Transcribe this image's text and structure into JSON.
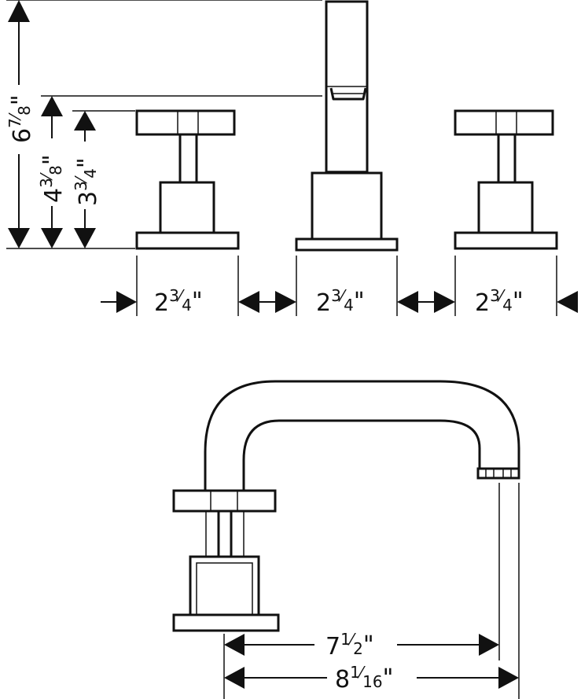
{
  "top_view": {
    "height_total": {
      "whole": "6",
      "num": "7",
      "den": "8",
      "unit": "\""
    },
    "height_handle_top": {
      "whole": "4",
      "num": "3",
      "den": "8",
      "unit": "\""
    },
    "height_handle_hub": {
      "whole": "3",
      "num": "3",
      "den": "4",
      "unit": "\""
    },
    "width_left": {
      "whole": "2",
      "num": "3",
      "den": "4",
      "unit": "\""
    },
    "width_center": {
      "whole": "2",
      "num": "3",
      "den": "4",
      "unit": "\""
    },
    "width_right": {
      "whole": "2",
      "num": "3",
      "den": "4",
      "unit": "\""
    }
  },
  "side_view": {
    "reach_inner": {
      "whole": "7",
      "num": "1",
      "den": "2",
      "unit": "\""
    },
    "reach_outer": {
      "whole": "8",
      "num": "1",
      "den": "16",
      "unit": "\""
    }
  }
}
